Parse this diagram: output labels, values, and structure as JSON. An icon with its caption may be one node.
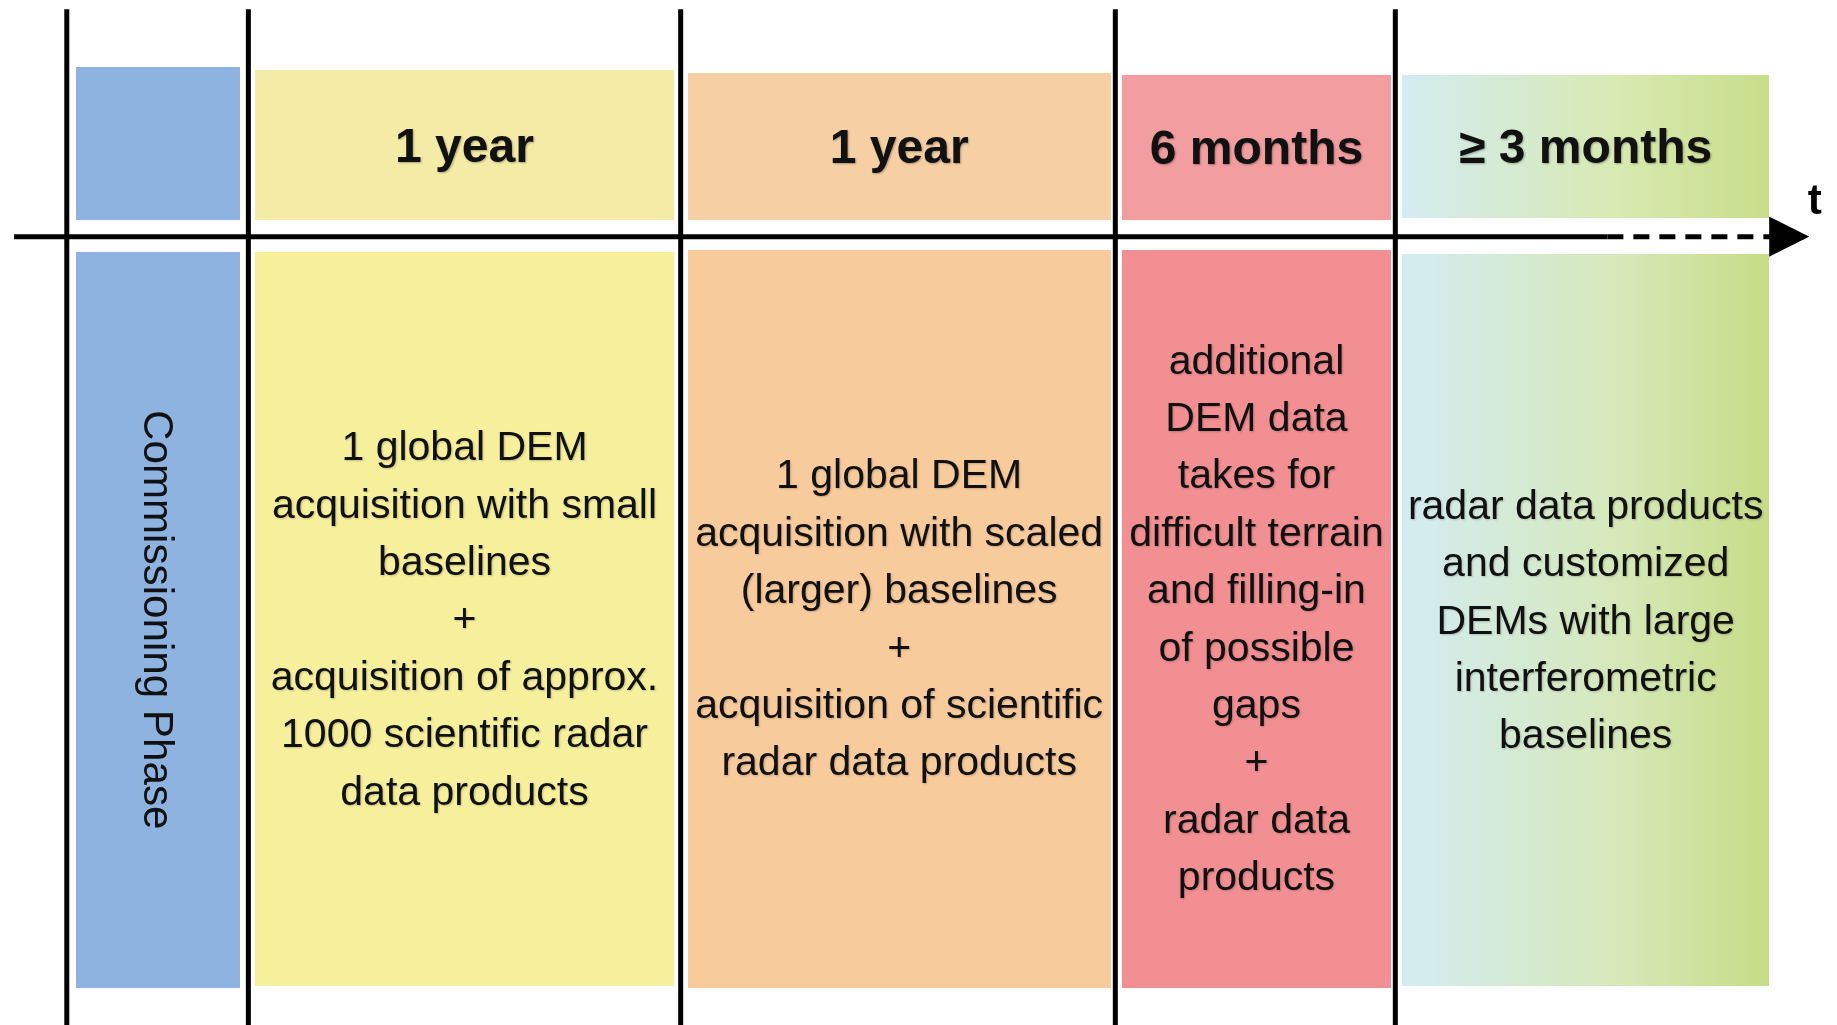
{
  "diagram": {
    "nodes": [
      {
        "text": [],
        "shape": "box"
      },
      {
        "text": [
          "1 year"
        ]
      },
      {
        "text": [
          "1 year"
        ]
      },
      {
        "text": [
          "6 months"
        ]
      },
      {
        "text": [
          "≥ 3 months"
        ]
      },
      {
        "text": [
          "Commissioning Phase"
        ]
      },
      {
        "text": [
          "1 global DEM acquisition with small baselines",
          "+",
          "acquisition of approx. 1000 scientific radar data products"
        ]
      },
      {
        "text": [
          "1 global DEM acquisition with scaled (larger) baselines",
          "+",
          "acquisition of scientific radar data products"
        ]
      },
      {
        "text": [
          "additional DEM data takes for difficult terrain and filling-in of possible gaps",
          "+",
          "radar data products"
        ]
      },
      {
        "text": [
          "radar data products and customized DEMs with large interferometric baselines"
        ]
      }
    ],
    "labels": [
      "t"
    ]
  }
}
